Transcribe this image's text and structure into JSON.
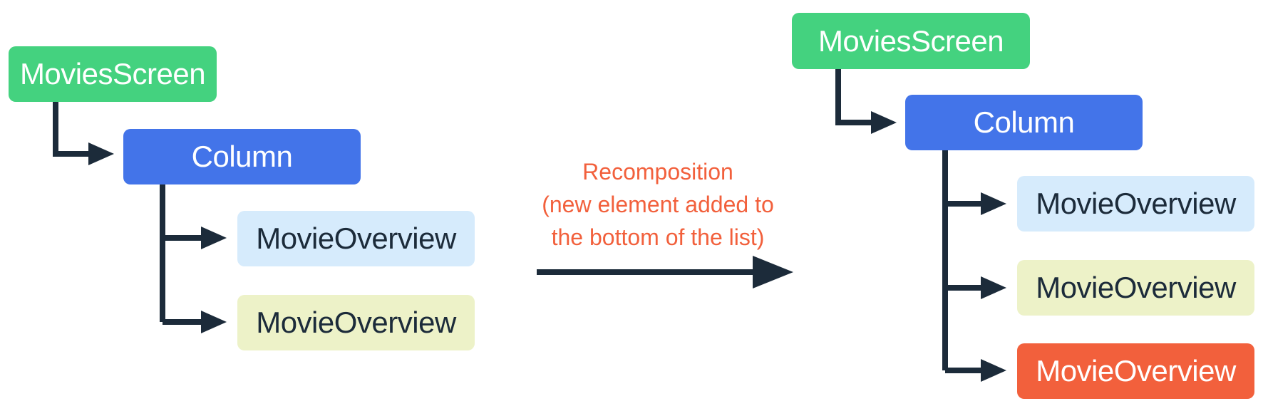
{
  "colors": {
    "green": "#44d27f",
    "blue": "#4374e9",
    "light-blue": "#d6ebfc",
    "light-yellow": "#edf2c8",
    "orange": "#f2603c",
    "line": "#1c2b3a",
    "accent": "#f2603c",
    "background": "#ffffff"
  },
  "left_tree": {
    "nodes": [
      {
        "label": "MoviesScreen",
        "fill": "#44d27f",
        "text_color": "#ffffff"
      },
      {
        "label": "Column",
        "fill": "#4374e9",
        "text_color": "#ffffff"
      },
      {
        "label": "MovieOverview",
        "fill": "#d6ebfc",
        "text_color": "#1c2b3a"
      },
      {
        "label": "MovieOverview",
        "fill": "#edf2c8",
        "text_color": "#1c2b3a"
      }
    ]
  },
  "right_tree": {
    "nodes": [
      {
        "label": "MoviesScreen",
        "fill": "#44d27f",
        "text_color": "#ffffff"
      },
      {
        "label": "Column",
        "fill": "#4374e9",
        "text_color": "#ffffff"
      },
      {
        "label": "MovieOverview",
        "fill": "#d6ebfc",
        "text_color": "#1c2b3a"
      },
      {
        "label": "MovieOverview",
        "fill": "#edf2c8",
        "text_color": "#1c2b3a"
      },
      {
        "label": "MovieOverview",
        "fill": "#f2603c",
        "text_color": "#ffffff"
      }
    ]
  },
  "annotation": {
    "lines": [
      "Recomposition",
      "(new element added to",
      "the bottom of the list)"
    ]
  }
}
